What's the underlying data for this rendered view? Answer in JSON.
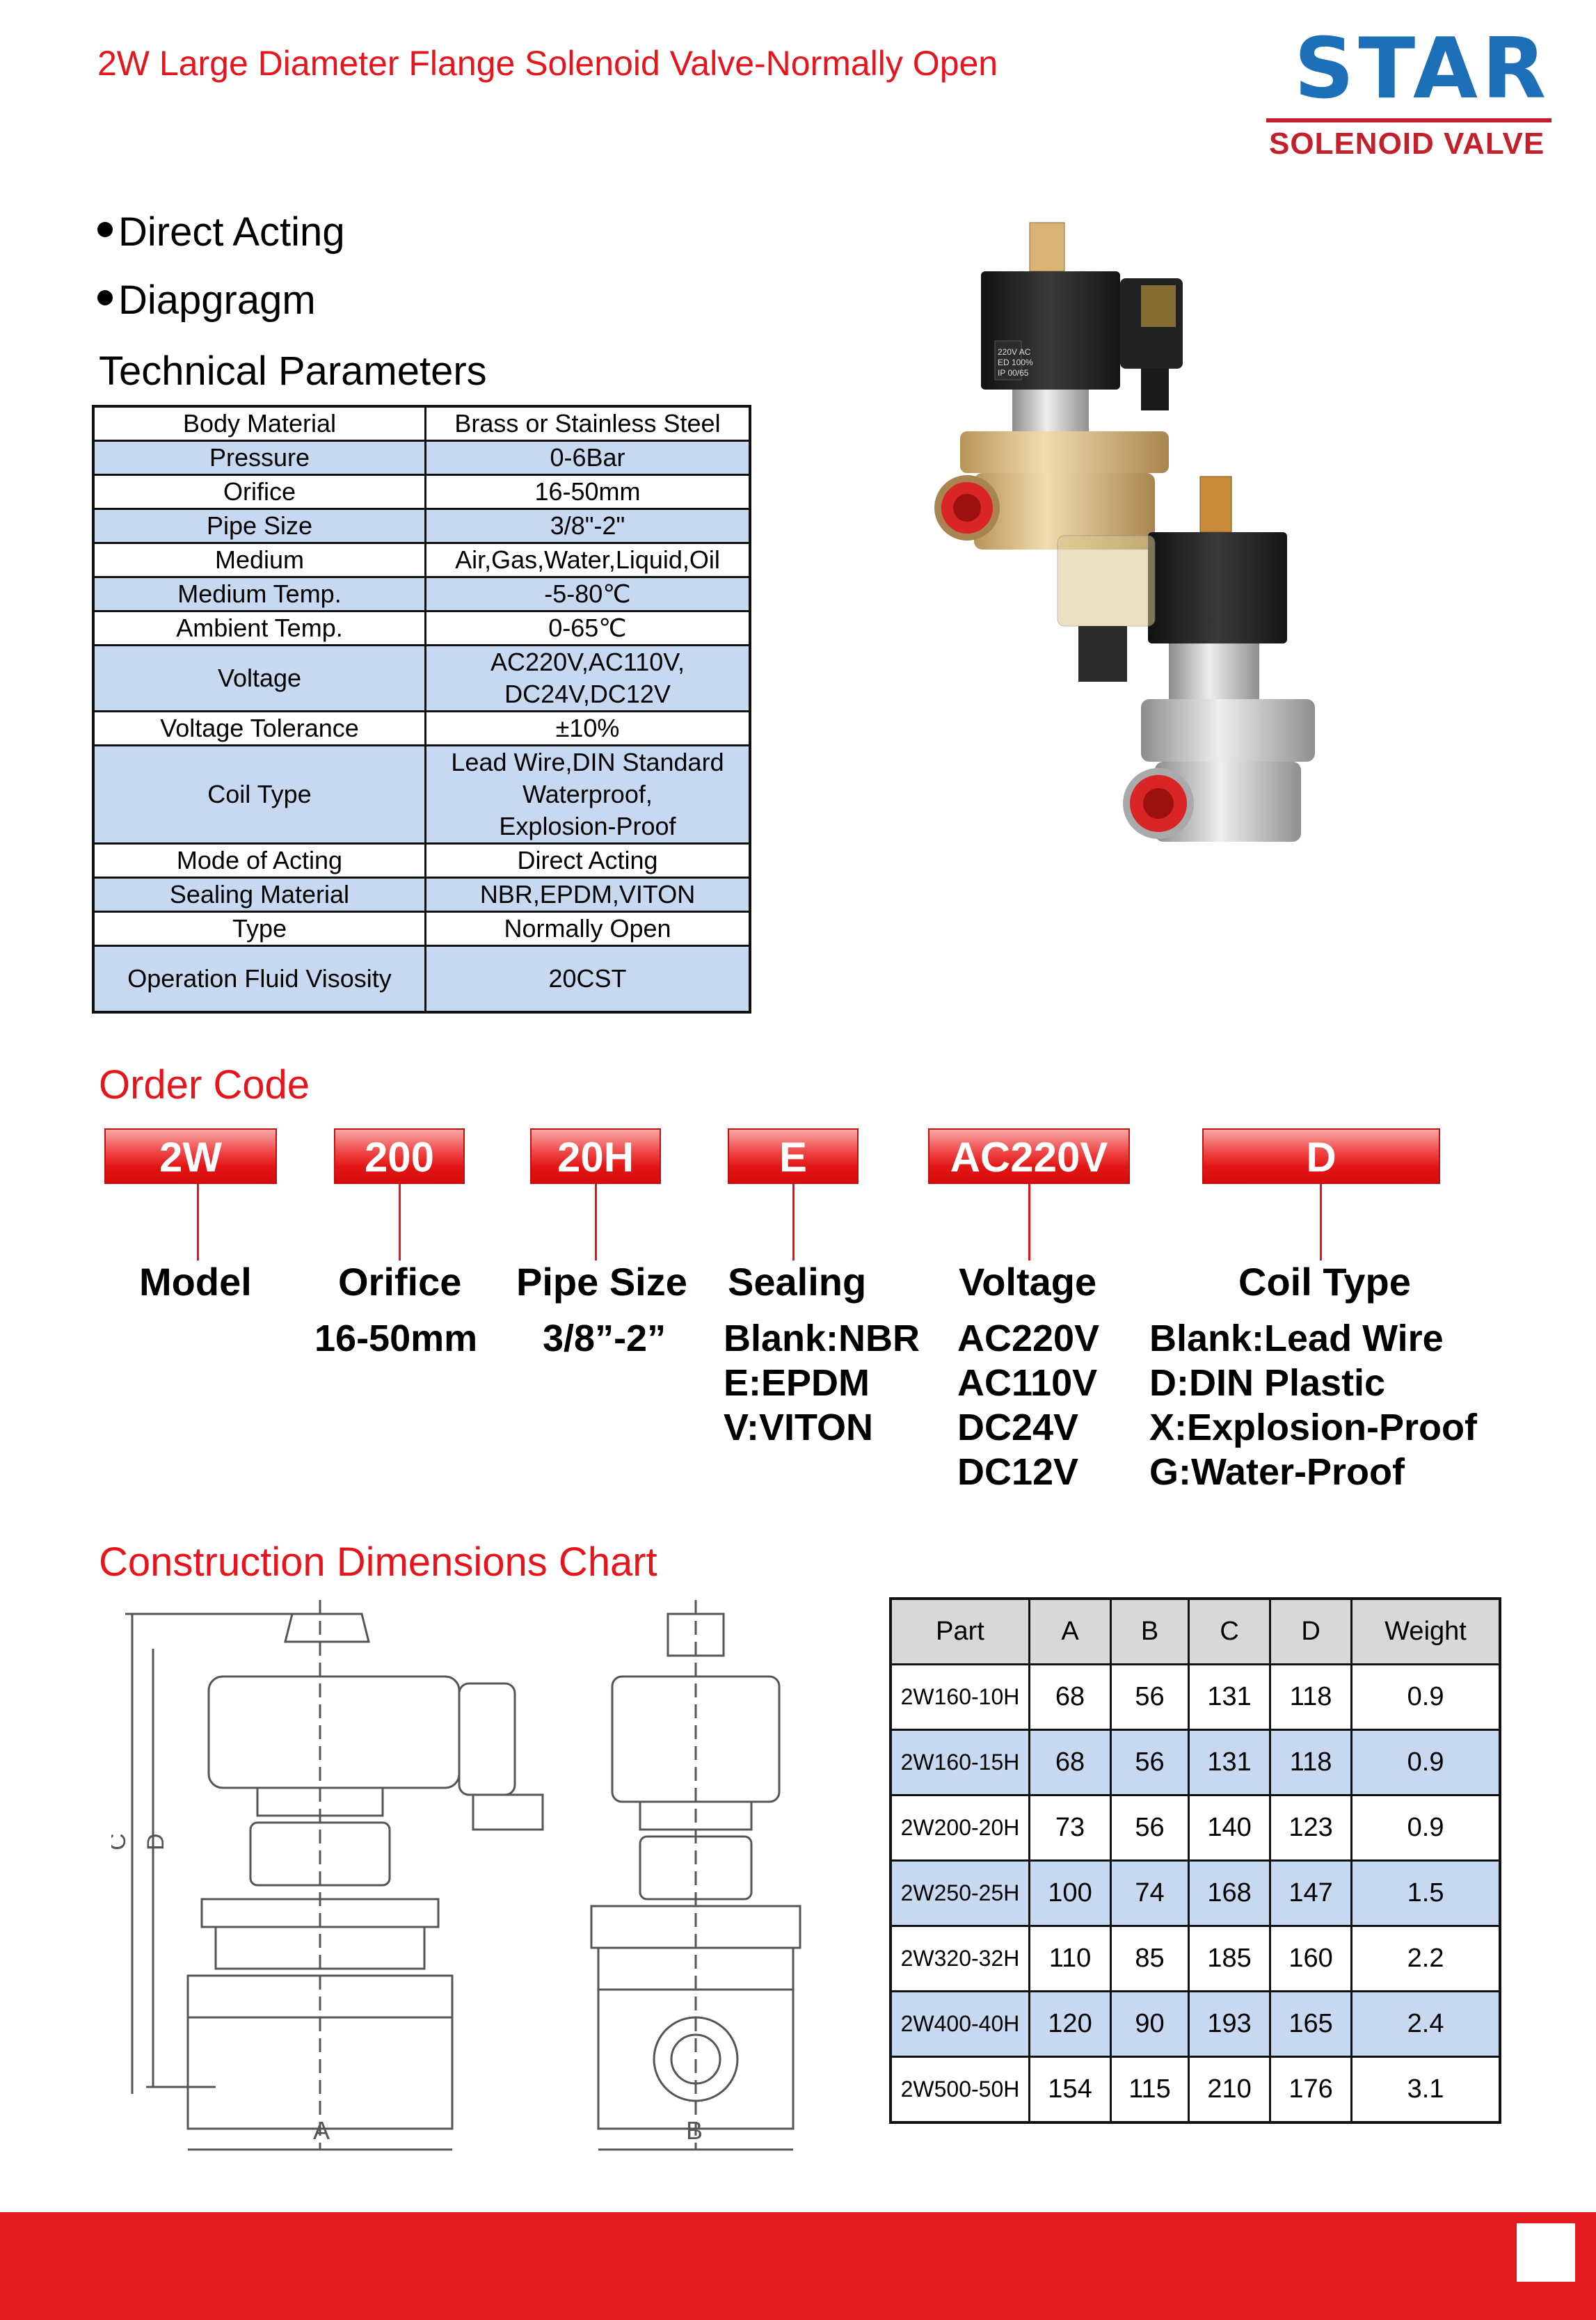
{
  "header": {
    "title": "2W Large Diameter Flange Solenoid Valve-Normally Open",
    "logo_main": "STAR",
    "logo_sub": "SOLENOID VALVE"
  },
  "features": [
    "Direct Acting",
    "Diapgragm"
  ],
  "tech_params": {
    "title": "Technical Parameters",
    "rows": [
      {
        "label": "Body Material",
        "value": "Brass or Stainless Steel"
      },
      {
        "label": "Pressure",
        "value": "0-6Bar"
      },
      {
        "label": "Orifice",
        "value": "16-50mm"
      },
      {
        "label": "Pipe Size",
        "value": "3/8\"-2\""
      },
      {
        "label": "Medium",
        "value": "Air,Gas,Water,Liquid,Oil"
      },
      {
        "label": "Medium Temp.",
        "value": "-5-80℃"
      },
      {
        "label": "Ambient Temp.",
        "value": "0-65℃"
      },
      {
        "label": "Voltage",
        "value_lines": [
          "AC220V,AC110V,",
          "DC24V,DC12V"
        ]
      },
      {
        "label": "Voltage Tolerance",
        "value": "±10%"
      },
      {
        "label": "Coil Type",
        "value_lines": [
          "Lead Wire,DIN Standard",
          "Waterproof,",
          "Explosion-Proof"
        ]
      },
      {
        "label": "Mode of Acting",
        "value": "Direct Acting"
      },
      {
        "label": "Sealing Material",
        "value": "NBR,EPDM,VITON"
      },
      {
        "label": "Type",
        "value": "Normally Open"
      },
      {
        "label": "Operation Fluid Visosity",
        "value": "20CST"
      }
    ]
  },
  "product_photo": {
    "coil_label": [
      "220V AC",
      "ED 100%",
      "IP 00/65"
    ]
  },
  "order_code": {
    "title": "Order Code",
    "items": [
      {
        "code": "2W",
        "label": "Model",
        "options": []
      },
      {
        "code": "200",
        "label": "Orifice",
        "options": [
          "16-50mm"
        ]
      },
      {
        "code": "20H",
        "label": "Pipe Size",
        "options": [
          "3/8”-2”"
        ]
      },
      {
        "code": "E",
        "label": "Sealing",
        "options": [
          "Blank:NBR",
          "E:EPDM",
          "V:VITON"
        ]
      },
      {
        "code": "AC220V",
        "label": "Voltage",
        "options": [
          "AC220V",
          "AC110V",
          "DC24V",
          "DC12V"
        ]
      },
      {
        "code": "D",
        "label": "Coil Type",
        "options": [
          "Blank:Lead Wire",
          "D:DIN Plastic",
          "X:Explosion-Proof",
          "G:Water-Proof"
        ]
      }
    ]
  },
  "dimensions": {
    "title": "Construction Dimensions Chart",
    "drawing_labels": {
      "a": "A",
      "b": "B",
      "c": "C",
      "d": "D"
    },
    "headers": [
      "Part",
      "A",
      "B",
      "C",
      "D",
      "Weight"
    ],
    "rows": [
      [
        "2W160-10H",
        "68",
        "56",
        "131",
        "118",
        "0.9"
      ],
      [
        "2W160-15H",
        "68",
        "56",
        "131",
        "118",
        "0.9"
      ],
      [
        "2W200-20H",
        "73",
        "56",
        "140",
        "123",
        "0.9"
      ],
      [
        "2W250-25H",
        "100",
        "74",
        "168",
        "147",
        "1.5"
      ],
      [
        "2W320-32H",
        "110",
        "85",
        "185",
        "160",
        "2.2"
      ],
      [
        "2W400-40H",
        "120",
        "90",
        "193",
        "165",
        "2.4"
      ],
      [
        "2W500-50H",
        "154",
        "115",
        "210",
        "176",
        "3.1"
      ]
    ]
  },
  "colors": {
    "accent_red": "#e8141b",
    "logo_blue": "#1d6fb8",
    "table_blue": "#c7d9f1"
  }
}
